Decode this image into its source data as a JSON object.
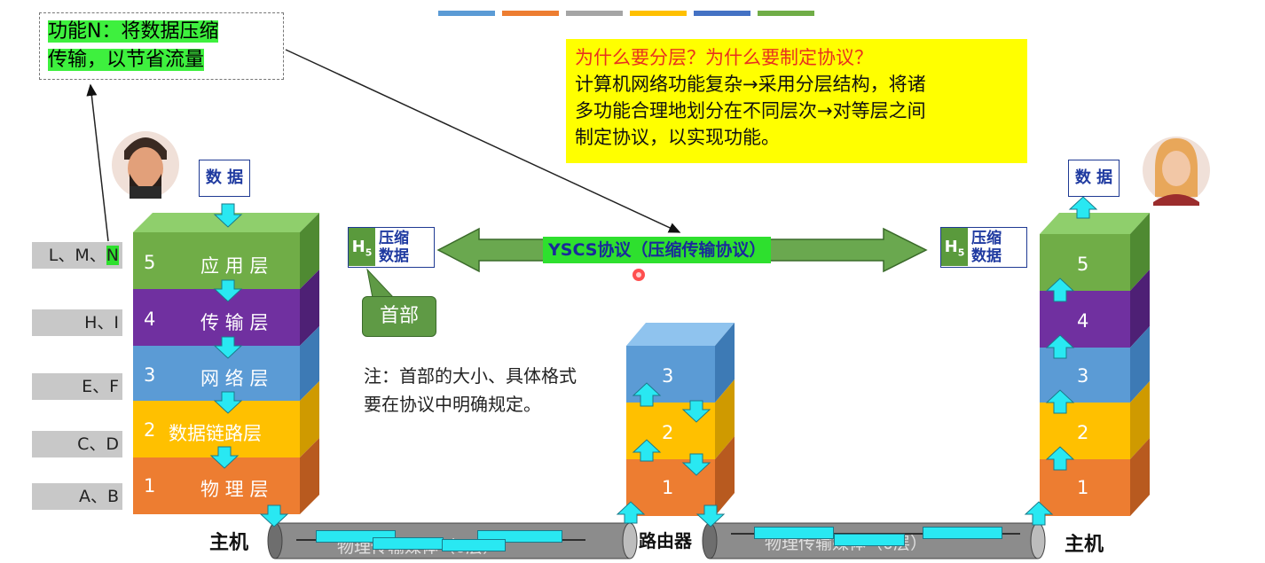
{
  "top_bars": [
    "#5b9bd5",
    "#ed7d31",
    "#a5a5a5",
    "#ffc000",
    "#4472c4",
    "#70ad47"
  ],
  "function_box": {
    "line1_prefix": "功能N：",
    "line1_hl": "将数据压缩",
    "line2": "传输，以节省流量"
  },
  "why_box": {
    "question": "为什么要分层？为什么要制定协议？",
    "lines": [
      "计算机网络功能复杂→采用分层结构，将诸",
      "多功能合理地划分在不同层次→对等层之间",
      "制定协议，以实现功能。"
    ]
  },
  "left_labels": [
    {
      "pre": "L、M、",
      "hl": "N"
    },
    {
      "pre": "H、I",
      "hl": ""
    },
    {
      "pre": "E、F",
      "hl": ""
    },
    {
      "pre": "C、D",
      "hl": ""
    },
    {
      "pre": "A、B",
      "hl": ""
    }
  ],
  "left_stack": [
    {
      "num": "5",
      "name": "应 用 层"
    },
    {
      "num": "4",
      "name": "传 输 层"
    },
    {
      "num": "3",
      "name": "网 络 层"
    },
    {
      "num": "2",
      "name": "数据链路层"
    },
    {
      "num": "1",
      "name": "物 理 层"
    }
  ],
  "right_stack": [
    "5",
    "4",
    "3",
    "2",
    "1"
  ],
  "router_stack": [
    "3",
    "2",
    "1"
  ],
  "data_label": "数 据",
  "packet": {
    "header": "H",
    "header_sub": "5",
    "line1": "压缩",
    "line2": "数据"
  },
  "protocol_label": "YSCS协议（压缩传输协议）",
  "header_bubble": "首部",
  "note": "注：首部的大小、具体格式要在协议中明确规定。",
  "host_left": "主机",
  "host_right": "主机",
  "router_label": "路由器",
  "medium_text": "物理传输媒体（0层）",
  "colors": {
    "app": "#70ad47",
    "transport": "#7030a0",
    "network": "#5b9bd5",
    "datalink": "#ffc000",
    "physical": "#ed7d31",
    "arrow": "#29e8f2",
    "proto_arrow": "#6aa84f"
  }
}
